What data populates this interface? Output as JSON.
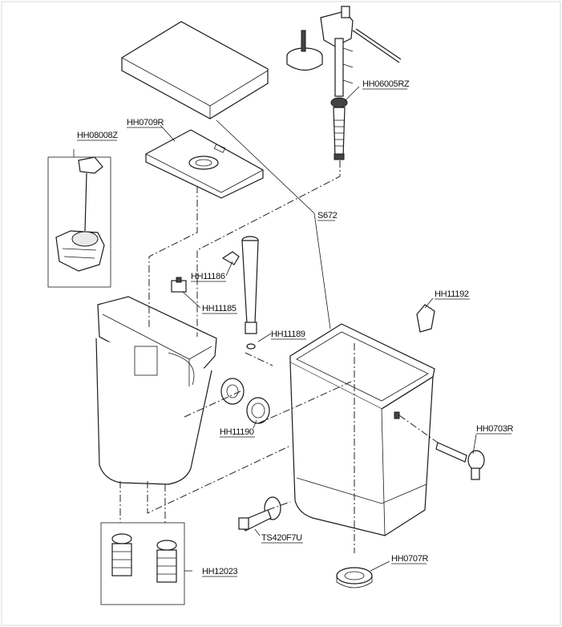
{
  "labels": {
    "hh06005rz": "HH06005RZ",
    "hh0709r": "HH0709R",
    "hh08008z": "HH08008Z",
    "s672": "S672",
    "hh11186": "HH11186",
    "hh11185": "HH11185",
    "hh11189": "HH11189",
    "hh11192": "HH11192",
    "hh11190": "HH11190",
    "hh0703r": "HH0703R",
    "ts420f7u": "TS420F7U",
    "hh12023": "HH12023",
    "hh0707r": "HH0707R"
  }
}
